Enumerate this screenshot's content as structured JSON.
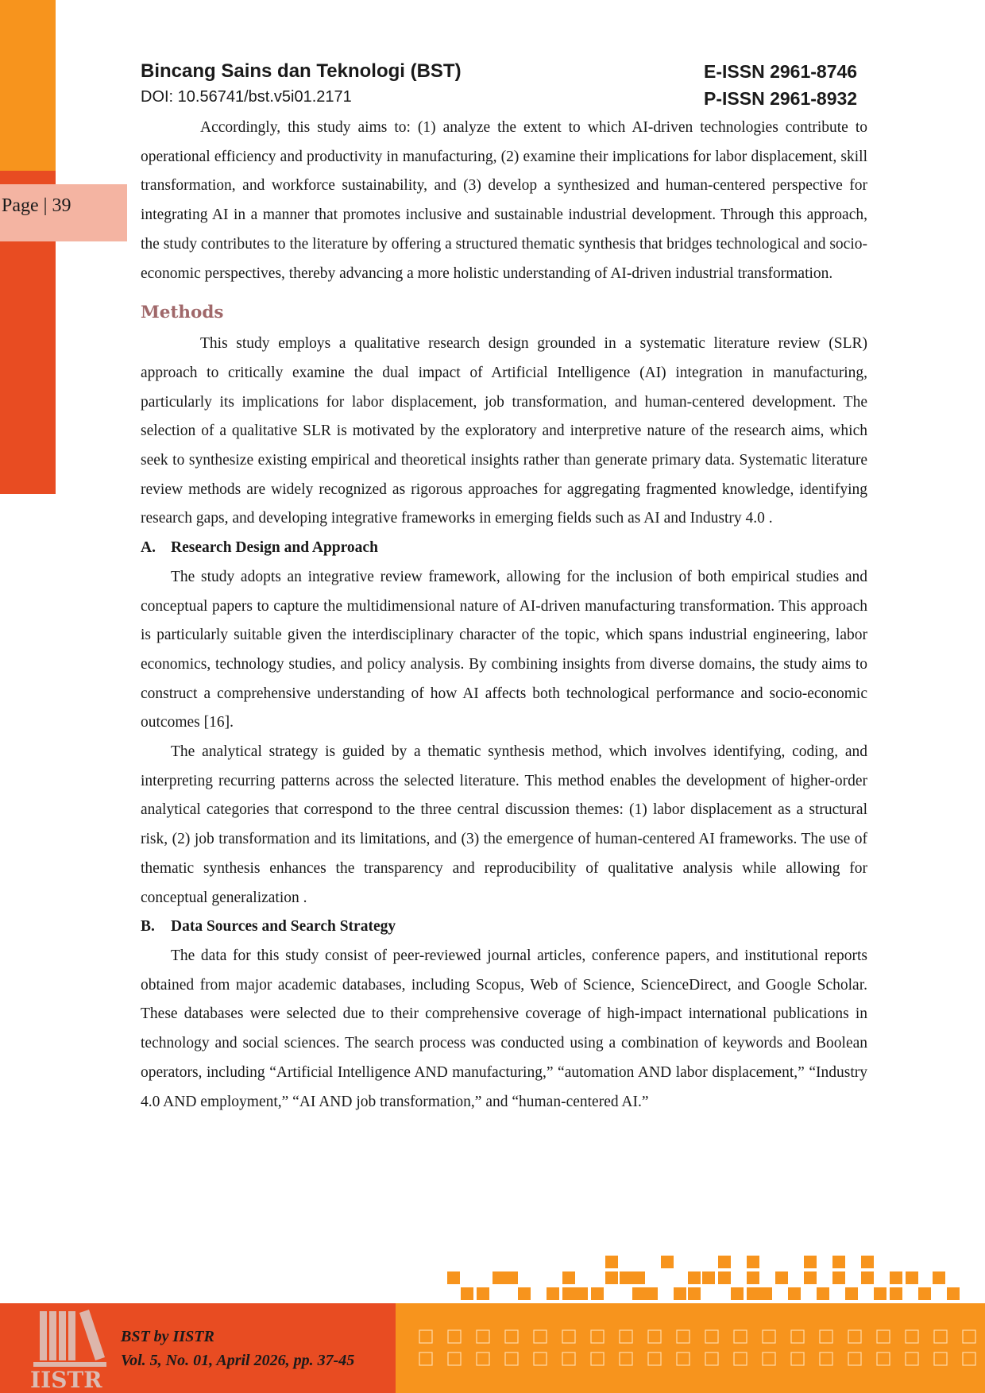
{
  "header": {
    "journal_title": "Bincang Sains dan Teknologi (BST)",
    "doi": "DOI: 10.56741/bst.v5i01.2171",
    "eissn": "E-ISSN 2961-8746",
    "pissn": "P-ISSN 2961-8932"
  },
  "page_label": "Page | 39",
  "body": {
    "intro_paragraph": "Accordingly, this study aims to: (1) analyze the extent to which AI-driven technologies contribute to operational efficiency and productivity in manufacturing, (2) examine their implications for labor displacement, skill transformation, and workforce sustainability, and (3) develop a synthesized and human-centered perspective for integrating AI in a manner that promotes inclusive and sustainable industrial development. Through this approach, the study contributes to the literature by offering a structured thematic synthesis that bridges technological and socio-economic perspectives, thereby advancing a more holistic understanding of AI-driven industrial transformation.",
    "methods_heading": "Methods",
    "methods_paragraph": "This study employs a qualitative research design grounded in a systematic literature review (SLR) approach to critically examine the dual impact of Artificial Intelligence (AI) integration in manufacturing, particularly its implications for labor displacement, job transformation, and human-centered development. The selection of a qualitative SLR is motivated by the exploratory and interpretive nature of the research aims, which seek to synthesize existing empirical and theoretical insights rather than generate primary data. Systematic literature review methods are widely recognized as rigorous approaches for aggregating fragmented knowledge, identifying research gaps, and developing integrative frameworks in emerging fields such as AI and Industry 4.0 .",
    "subsection_a_letter": "A.",
    "subsection_a_title": "Research Design and Approach",
    "subsection_a_p1": "The study adopts an integrative review framework, allowing for the inclusion of both empirical studies and conceptual papers to capture the multidimensional nature of AI-driven manufacturing transformation. This approach is particularly suitable given the interdisciplinary character of the topic, which spans industrial engineering, labor economics, technology studies, and policy analysis. By combining insights from diverse domains, the study aims to construct a comprehensive understanding of how AI affects both technological performance and socio-economic outcomes [16].",
    "subsection_a_p2": "The analytical strategy is guided by a thematic synthesis method, which involves identifying, coding, and interpreting recurring patterns across the selected literature. This method enables the development of higher-order analytical categories that correspond to the three central discussion themes: (1) labor displacement as a structural risk, (2) job transformation and its limitations, and (3) the emergence of human-centered AI frameworks. The use of thematic synthesis enhances the transparency and reproducibility of qualitative analysis while allowing for conceptual generalization .",
    "subsection_b_letter": "B.",
    "subsection_b_title": "Data Sources and Search Strategy",
    "subsection_b_p1": "The data for this study consist of peer-reviewed journal articles, conference papers, and institutional reports obtained from major academic databases, including Scopus, Web of Science, ScienceDirect, and Google Scholar. These databases were selected due to their comprehensive coverage of high-impact international publications in technology and social sciences. The search process was conducted using a combination of keywords and Boolean operators, including “Artificial Intelligence AND manufacturing,” “automation AND labor displacement,” “Industry 4.0 AND employment,” “AI AND job transformation,” and “human-centered AI.”"
  },
  "footer": {
    "line1": "BST by IISTR",
    "line2": "Vol. 5, No. 01, April 2026, pp. 37-45",
    "logo_text": "IISTR"
  },
  "colors": {
    "orange": "#f7941d",
    "red": "#e84c22",
    "page_label_bg": "#f4b4a2",
    "heading": "#a0686a"
  }
}
